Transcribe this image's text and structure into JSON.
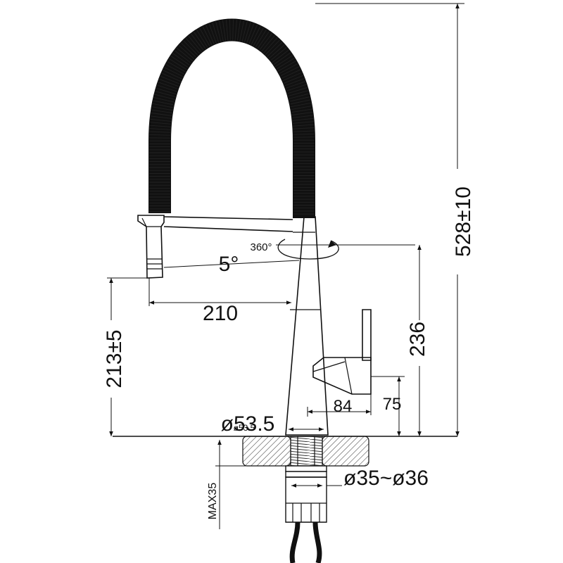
{
  "dimensions": {
    "total_height": "528±10",
    "spout_height": "213±5",
    "spout_reach": "210",
    "swivel_angle": "360°",
    "spout_angle": "5°",
    "body_height": "236",
    "handle_depth": "84",
    "handle_height": "75",
    "base_diameter": "ø53.5",
    "base_diameter_small": "ø53.5",
    "hole_diameter": "ø35~ø36",
    "max_thickness": "MAX35"
  },
  "colors": {
    "line": "#111111",
    "background": "#ffffff",
    "counter_hatch": "#333333"
  }
}
